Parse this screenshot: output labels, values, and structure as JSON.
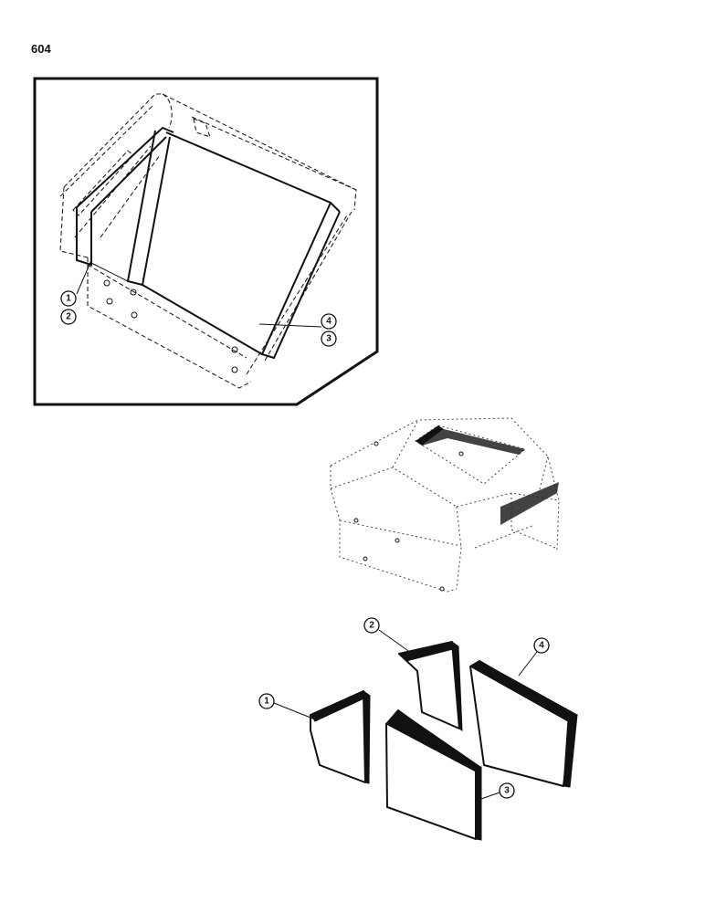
{
  "page": {
    "number": "604"
  },
  "callouts": {
    "inset_1": "1",
    "inset_2": "2",
    "inset_3": "3",
    "inset_4": "4",
    "part_1": "1",
    "part_2": "2",
    "part_3": "3",
    "part_4": "4"
  }
}
